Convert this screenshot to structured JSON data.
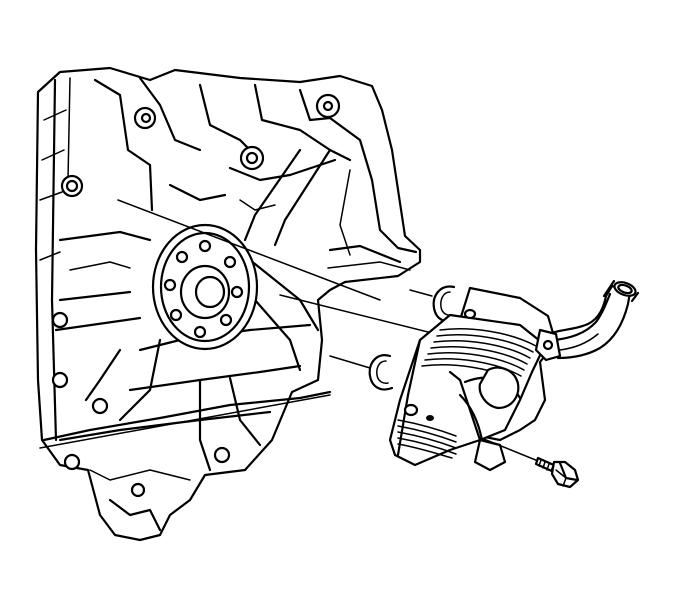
{
  "figure": {
    "parts": [
      {
        "id": "engine-block",
        "icon": "engine-block-icon"
      },
      {
        "id": "oil-cooler",
        "icon": "oil-cooler-icon"
      },
      {
        "id": "seal-upper",
        "icon": "o-ring-icon"
      },
      {
        "id": "seal-lower",
        "icon": "o-ring-icon"
      },
      {
        "id": "bolt",
        "icon": "bolt-icon"
      },
      {
        "id": "coolant-pipe",
        "icon": "pipe-icon"
      }
    ],
    "colors": {
      "ink": "#000000",
      "paper": "#ffffff"
    }
  }
}
